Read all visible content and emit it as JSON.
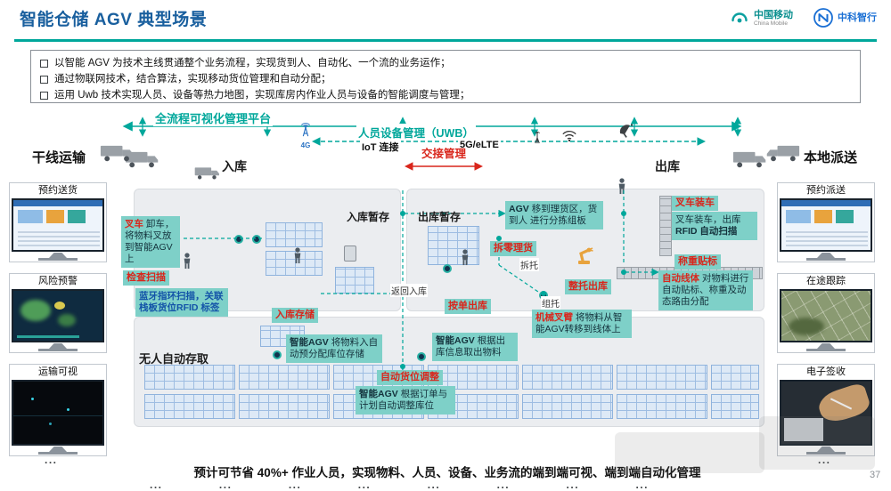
{
  "header": {
    "title": "智能仓储 AGV 典型场景",
    "cmcc_name": "中国移动",
    "cmcc_sub": "China Mobile",
    "zk_name": "中科智行"
  },
  "bullets": {
    "b1": "以智能 AGV 为技术主线贯通整个业务流程，实现货到人、自动化、一个流的业务运作；",
    "b2": "通过物联网技术，结合算法，实现移动货位管理和自动分配；",
    "b3": "运用 Uwb 技术实现人员、设备等热力地图，实现库房内作业人员与设备的智能调度与管理；"
  },
  "bars": {
    "platform": "全流程可视化管理平台",
    "uwb": "人员设备管理（UWB）",
    "iot": "IoT 连接",
    "net5g": "5G/eLTE",
    "net4g": "4G"
  },
  "left_panel": {
    "title": "干线运输",
    "monitors": [
      {
        "label": "预约送货"
      },
      {
        "label": "风险预警"
      },
      {
        "label": "运输可视"
      }
    ]
  },
  "right_panel": {
    "title": "本地派送",
    "monitors": [
      {
        "label": "预约派送"
      },
      {
        "label": "在途跟踪"
      },
      {
        "label": "电子签收"
      }
    ]
  },
  "diagram": {
    "inbound_label": "入库",
    "outbound_label": "出库",
    "handover_label": "交接管理",
    "inbound_buffer": "入库暂存",
    "outbound_buffer": "出库暂存",
    "storage_label": "无人自动存取",
    "return_label": "返回入库",
    "split_pallet": "拆托",
    "group_pallet": "组托",
    "callouts": {
      "unload": {
        "lead": "叉车",
        "body": "卸车，将物料叉放到智能AGV 上"
      },
      "check_tag": "检查扫描",
      "bluetooth": "蓝牙指环扫描，关联栈板货位RFID 标签",
      "agv_move": {
        "lead": "AGV",
        "body": "移到理货区，货到人 进行分拣组板"
      },
      "split_tag": "拆零理货",
      "whole_tag": "整托出库",
      "instore_tag": "入库存储",
      "instore": {
        "lead": "智能AGV",
        "body": "将物料入自动预分配库位存储"
      },
      "order_tag": "按单出库",
      "order": {
        "lead": "智能AGV",
        "body": "根据出库信息取出物料"
      },
      "arm": {
        "lead": "机械叉臂",
        "body": "将物料从智能AGV转移到线体上"
      },
      "load_tag": "叉车装车",
      "load": {
        "lead": "叉车装车，出库",
        "body": "RFID 自动扫描"
      },
      "weigh_tag": "称重贴标",
      "weigh": {
        "lead": "自动线体",
        "body": "对物料进行自动贴标、称重及动态路由分配"
      },
      "adjust_tag": "自动货位调整",
      "adjust": {
        "lead": "智能AGV",
        "body": "根据订单与计划自动调整库位"
      }
    }
  },
  "footer": {
    "summary": "预计可节省 40%+ 作业人员，实现物料、人员、设备、业务流的端到端可视、端到端自动化管理",
    "page": "37"
  },
  "misc": {
    "ellipsis": "..."
  }
}
